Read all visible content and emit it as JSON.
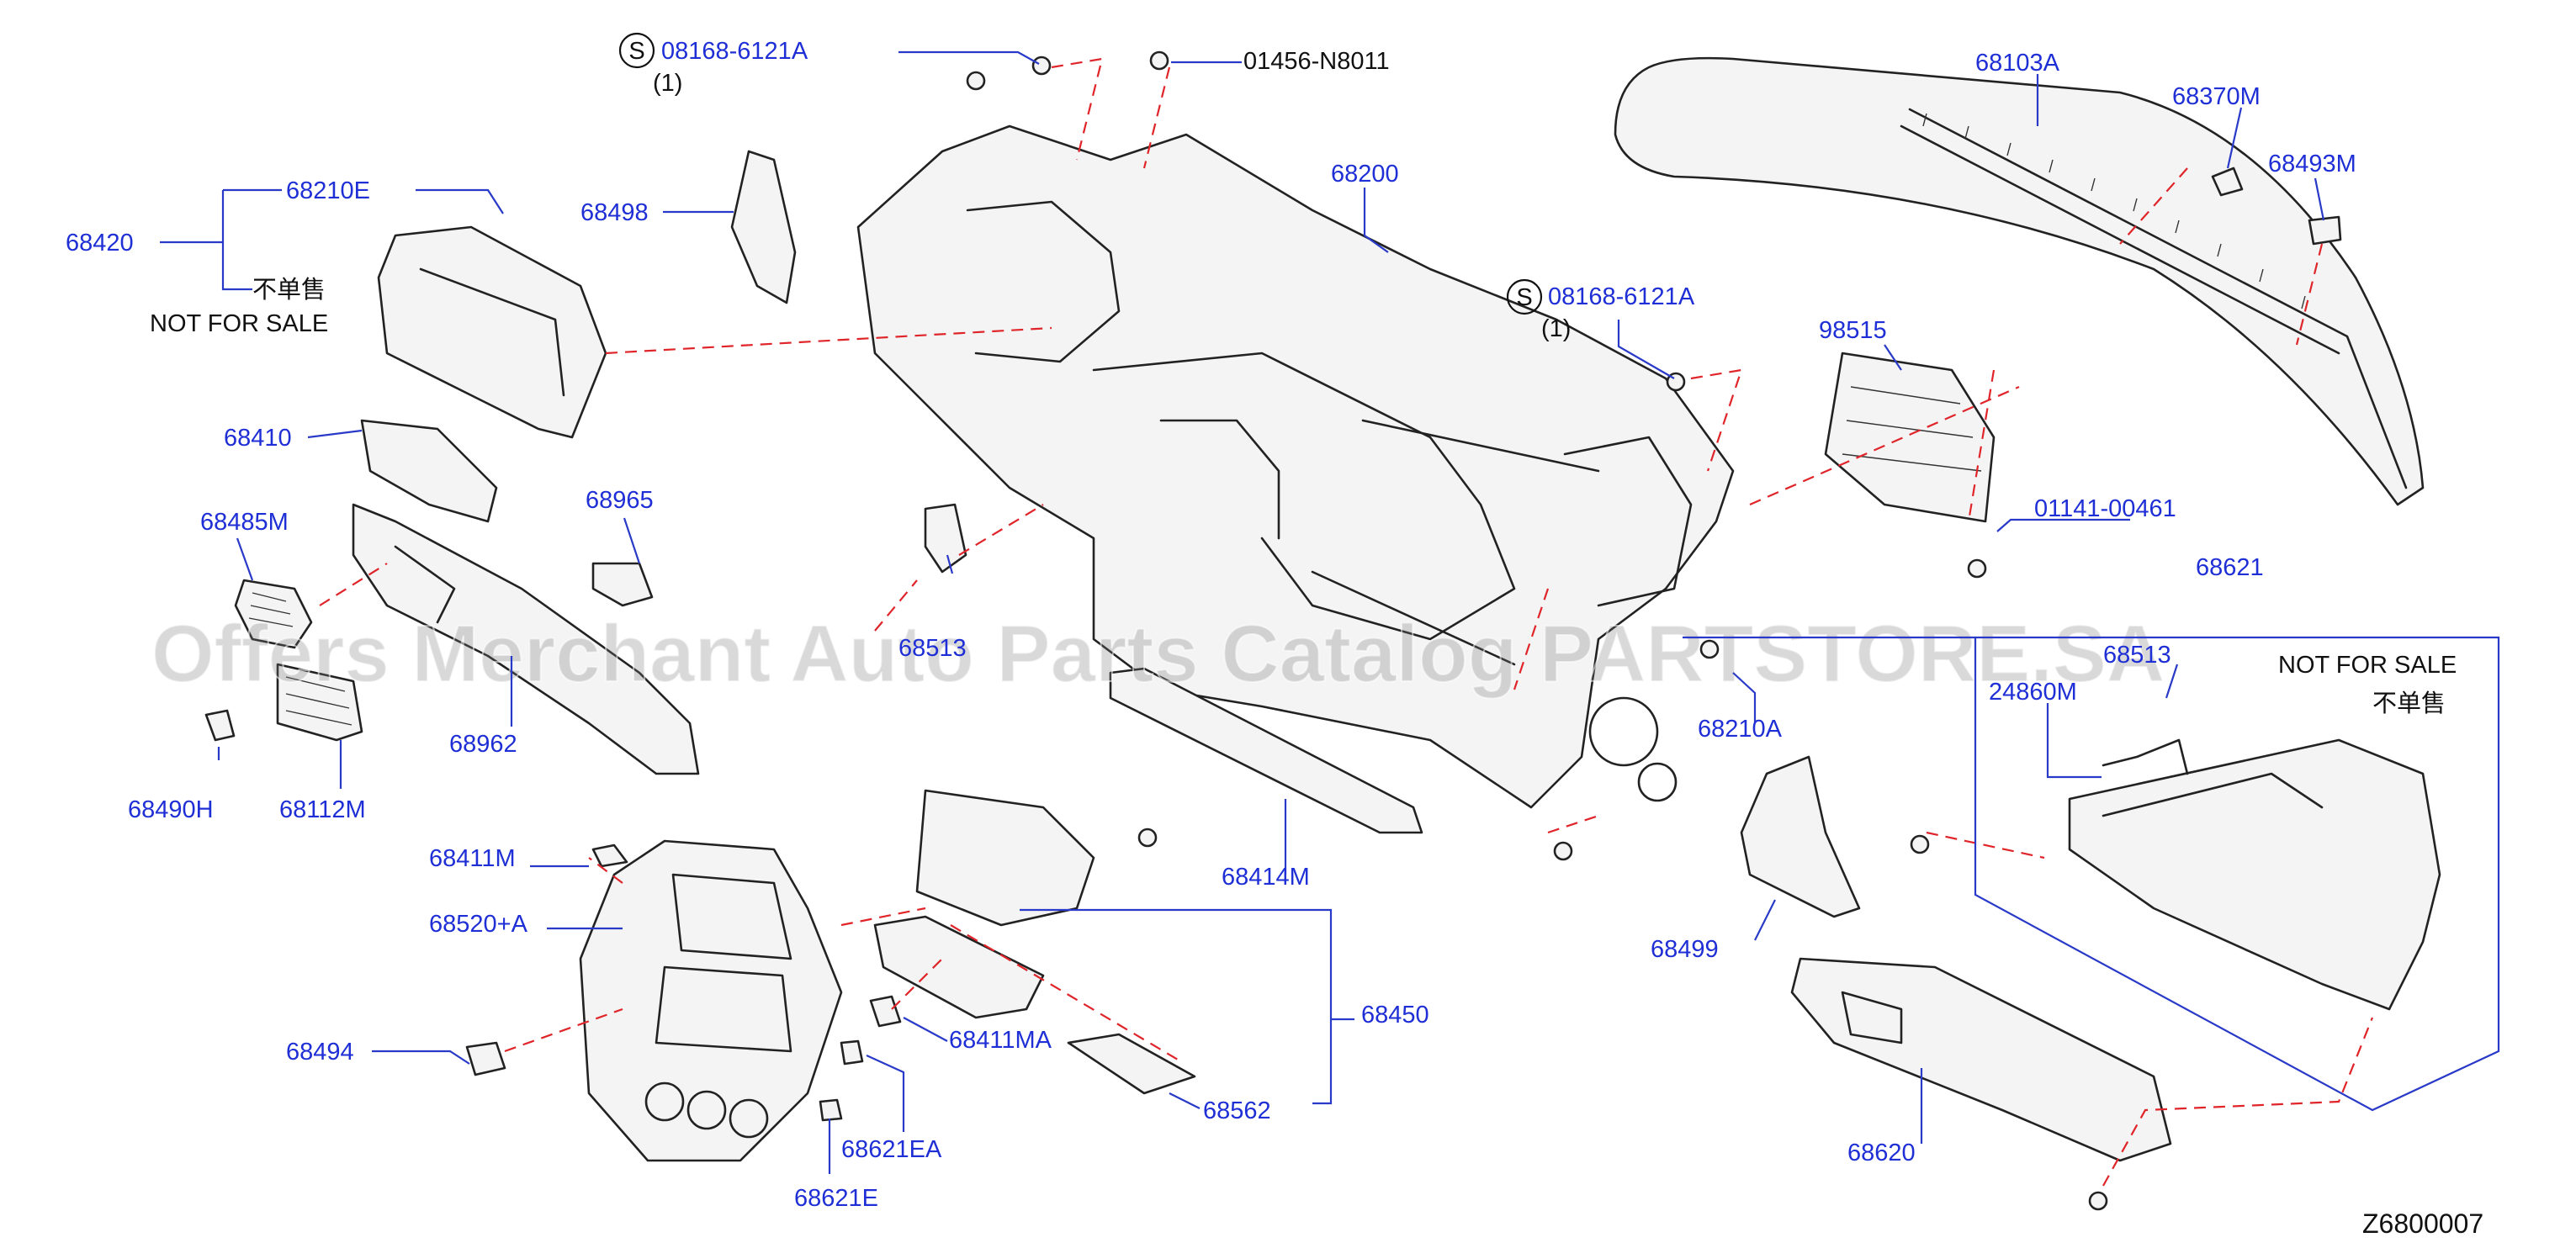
{
  "diagram": {
    "watermark": "Offers Merchant Auto Parts Catalog PARTSTORE.SA",
    "figure_code": "Z6800007",
    "not_for_sale_cn": "不单售",
    "not_for_sale_en": "NOT  FOR  SALE",
    "not_for_sale_en_right": "NOT FOR SALE",
    "s_symbol": "S",
    "qty_1": "(1)",
    "labels": {
      "p08168_6121A_top": "08168-6121A",
      "p01456_N8011": "01456-N8011",
      "p68420": "68420",
      "p68210E": "68210E",
      "p68498": "68498",
      "p68200": "68200",
      "p68103A": "68103A",
      "p68370M": "68370M",
      "p68493M": "68493M",
      "p08168_6121A_mid": "08168-6121A",
      "p98515": "98515",
      "p01141_00461": "01141-00461",
      "p68410": "68410",
      "p68965": "68965",
      "p68485M": "68485M",
      "p68513_left": "68513",
      "p68962": "68962",
      "p68490H": "68490H",
      "p68112M": "68112M",
      "p68621": "68621",
      "p68513_right": "68513",
      "p24860M": "24860M",
      "p68210A": "68210A",
      "p68414M": "68414M",
      "p68411M": "68411M",
      "p68520A": "68520+A",
      "p68450": "68450",
      "p68499": "68499",
      "p68494": "68494",
      "p68411MA": "68411MA",
      "p68562": "68562",
      "p68621EA": "68621EA",
      "p68621E": "68621E",
      "p68620": "68620"
    }
  }
}
